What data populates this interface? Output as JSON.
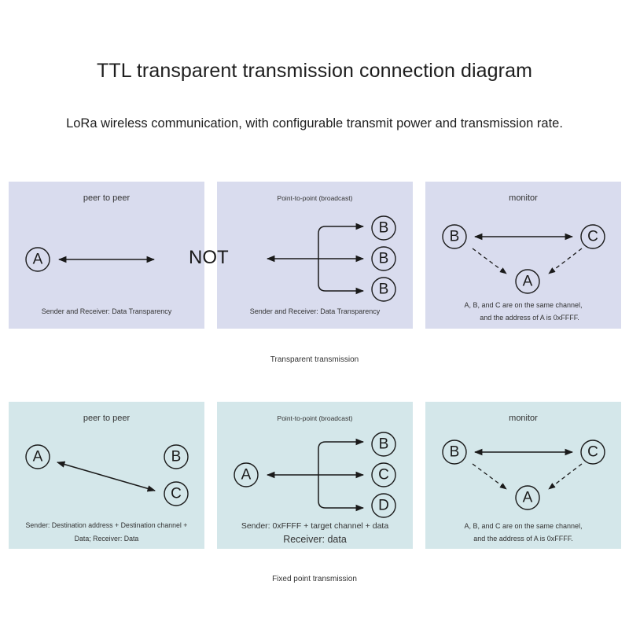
{
  "header": {
    "title": "TTL transparent transmission connection diagram",
    "subtitle": "LoRa wireless communication, with configurable transmit power and transmission rate."
  },
  "overlay_text": "NOT",
  "colors": {
    "transparent_panel_bg": "#d9dcee",
    "fixed_panel_bg": "#d4e7ea",
    "line": "#1a1a1a"
  },
  "sections": [
    {
      "label": "Transparent transmission",
      "panels": [
        {
          "title": "peer to peer",
          "nodes": [
            "A"
          ],
          "caption": [
            "Sender and Receiver: Data Transparency"
          ]
        },
        {
          "title": "Point-to-point (broadcast)",
          "nodes": [
            "B",
            "B",
            "B"
          ],
          "caption": [
            "Sender and Receiver: Data Transparency"
          ]
        },
        {
          "title": "monitor",
          "nodes": [
            "B",
            "C",
            "A"
          ],
          "caption": [
            "A, B, and C are on the same channel,",
            "and the address of A is 0xFFFF."
          ]
        }
      ]
    },
    {
      "label": "Fixed point transmission",
      "panels": [
        {
          "title": "peer to peer",
          "nodes": [
            "A",
            "B",
            "C"
          ],
          "caption": [
            "Sender: Destination address + Destination channel +",
            "Data; Receiver: Data"
          ]
        },
        {
          "title": "Point-to-point (broadcast)",
          "nodes": [
            "A",
            "B",
            "C",
            "D"
          ],
          "caption": [
            "Sender: 0xFFFF + target channel + data",
            "Receiver: data"
          ]
        },
        {
          "title": "monitor",
          "nodes": [
            "B",
            "C",
            "A"
          ],
          "caption": [
            "A, B, and C are on the same channel,",
            "and the address of A is 0xFFFF."
          ]
        }
      ]
    }
  ]
}
